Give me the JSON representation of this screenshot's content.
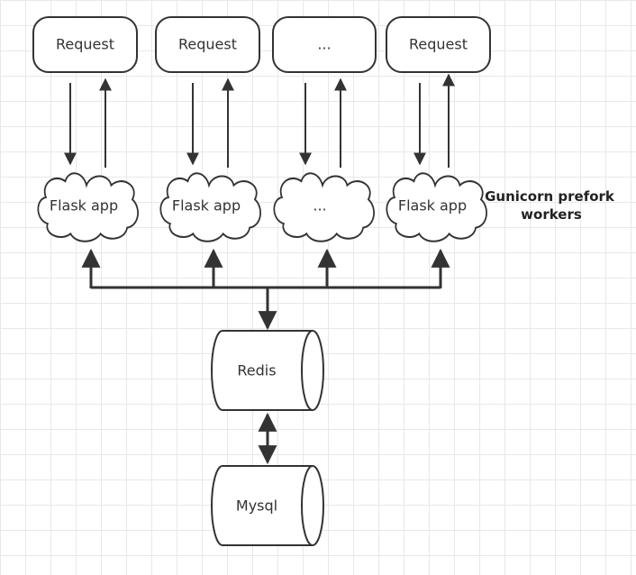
{
  "requests": [
    {
      "label": "Request"
    },
    {
      "label": "Request"
    },
    {
      "label": "..."
    },
    {
      "label": "Request"
    }
  ],
  "workers": [
    {
      "label": "Flask app"
    },
    {
      "label": "Flask app"
    },
    {
      "label": "..."
    },
    {
      "label": "Flask app"
    }
  ],
  "worker_group_label": [
    "Gunicorn prefork",
    "workers"
  ],
  "cache": {
    "label": "Redis"
  },
  "database": {
    "label": "Mysql"
  },
  "colors": {
    "stroke": "#333333",
    "fill": "#ffffff",
    "grid": "#e8e8e8"
  }
}
